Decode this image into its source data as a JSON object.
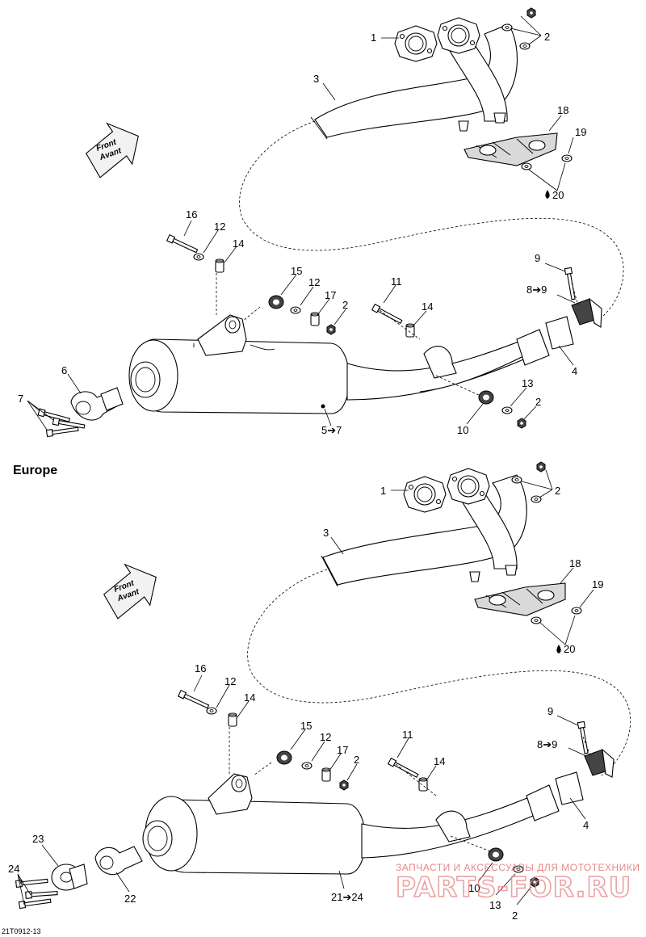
{
  "sections": {
    "europe_heading": "Europe"
  },
  "direction_arrow": {
    "line1": "Front",
    "line2": "Avant",
    "icon": "direction-arrow-icon"
  },
  "diagram_1": {
    "callouts": [
      "1",
      "2",
      "3",
      "18",
      "19",
      "20",
      "16",
      "12",
      "14",
      "15",
      "12",
      "17",
      "2",
      "11",
      "14",
      "9",
      "8➔9",
      "4",
      "6",
      "7",
      "5➔7",
      "13",
      "2",
      "10"
    ]
  },
  "diagram_2": {
    "callouts": [
      "1",
      "2",
      "3",
      "18",
      "19",
      "20",
      "16",
      "12",
      "14",
      "15",
      "12",
      "17",
      "2",
      "11",
      "14",
      "9",
      "8➔9",
      "4",
      "23",
      "24",
      "22",
      "21➔24",
      "10",
      "13",
      "2"
    ]
  },
  "drawing_reference": "21T0912-13",
  "watermark": {
    "line1": "ЗАПЧАСТИ И АКСЕССУАРЫ ДЛЯ МОТОТЕХНИКИ",
    "line2": "PARTS-FOR.RU"
  },
  "colors": {
    "line": "#000000",
    "background": "#ffffff",
    "watermark": "#e06a6a"
  }
}
